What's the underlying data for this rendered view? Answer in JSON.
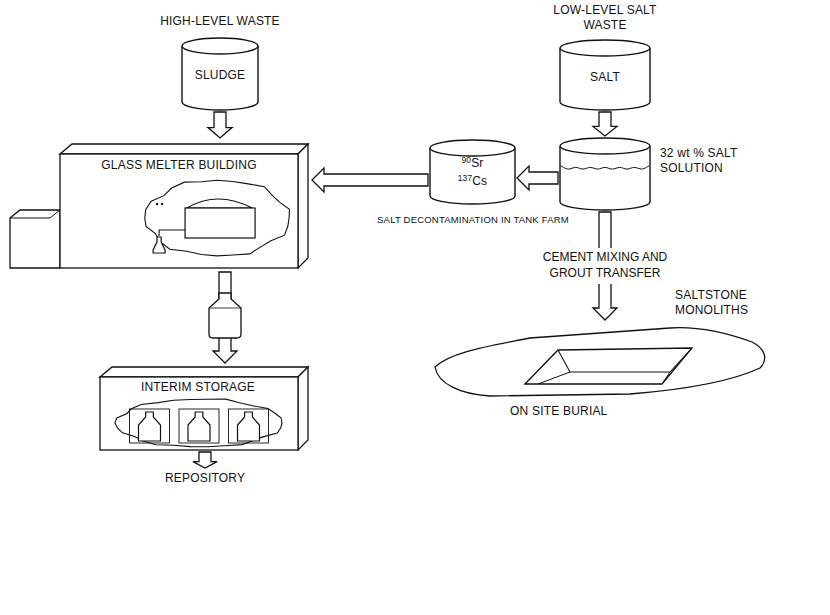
{
  "diagram": {
    "nodes": [
      {
        "text": [
          "HIGH-LEVEL WASTE",
          "SLUDGE"
        ]
      },
      {
        "text": [
          "GLASS MELTER BUILDING"
        ]
      },
      {
        "text": [
          "INTERIM STORAGE"
        ]
      },
      {
        "text": [
          "REPOSITORY"
        ]
      },
      {
        "text": [
          "LOW-LEVEL SALT WASTE",
          "SALT"
        ]
      },
      {
        "text": [
          "32 wt % SALT SOLUTION"
        ]
      },
      {
        "text": [
          "90Sr",
          "137Cs",
          "SALT DECONTAMINATION IN TANK FARM"
        ]
      },
      {
        "text": [
          "SALTSTONE MONOLITHS",
          "ON SITE BURIAL"
        ]
      }
    ],
    "edges": [
      {
        "from": 0,
        "to": 1,
        "arrow": "to"
      },
      {
        "from": 4,
        "to": 5,
        "arrow": "to"
      },
      {
        "from": 5,
        "to": 6,
        "arrow": "to"
      },
      {
        "from": 6,
        "to": 1,
        "arrow": "to"
      },
      {
        "from": 1,
        "to": 2,
        "arrow": "to"
      },
      {
        "from": 2,
        "to": 3,
        "arrow": "to"
      },
      {
        "from": 5,
        "to": 7,
        "label": "CEMENT MIXING AND GROUT TRANSFER",
        "arrow": "to"
      }
    ]
  }
}
